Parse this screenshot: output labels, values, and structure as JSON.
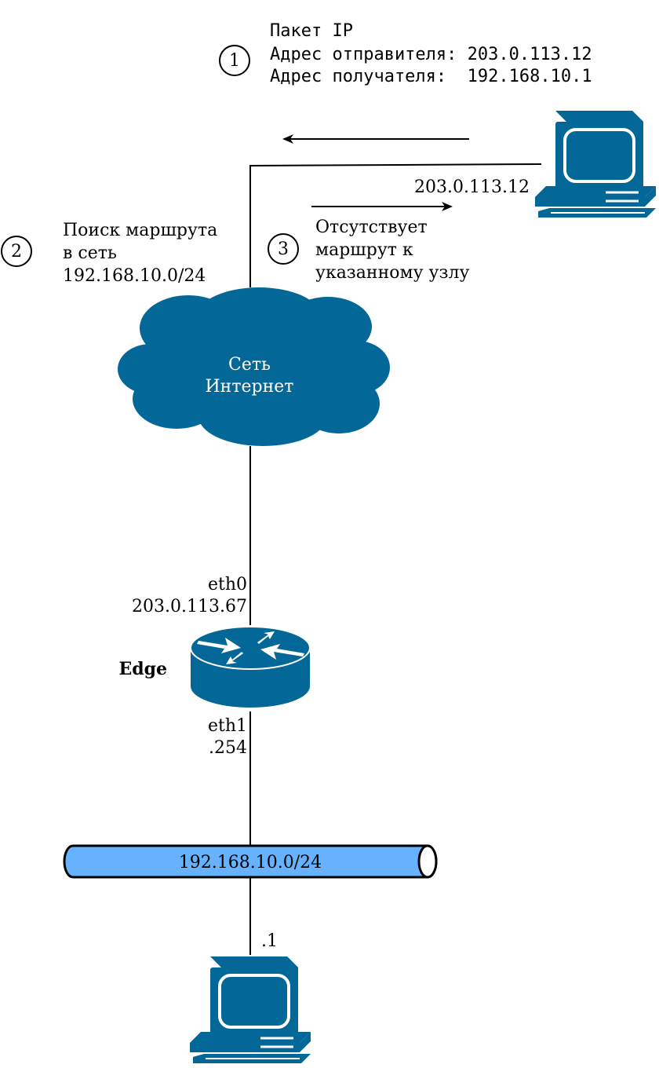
{
  "colors": {
    "device": "#036897",
    "segment_fill": "#66b2ff",
    "line": "#000000",
    "icon_detail": "#ffffff"
  },
  "packet": {
    "title": "Пакет IP",
    "src": "Адрес отправителя: 203.0.113.12",
    "dst": "Адрес получателя:  192.168.10.1"
  },
  "steps": {
    "one": "1",
    "two": "2",
    "three": "3"
  },
  "route_lookup": {
    "line1": "Поиск маршрута",
    "line2": "в сеть",
    "line3": "192.168.10.0/24"
  },
  "no_route": {
    "line1": "Отсутствует",
    "line2": "маршрут к",
    "line3": "указанному узлу"
  },
  "remote_host": {
    "ip": "203.0.113.12"
  },
  "cloud": {
    "line1": "Сеть",
    "line2": "Интернет"
  },
  "router": {
    "name": "Edge",
    "eth0_name": "eth0",
    "eth0_ip": "203.0.113.67",
    "eth1_name": "eth1",
    "eth1_ip": ".254"
  },
  "lan": {
    "subnet": "192.168.10.0/24",
    "host_ip": ".1"
  }
}
